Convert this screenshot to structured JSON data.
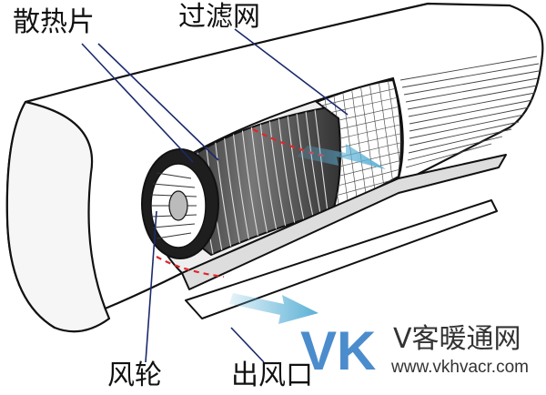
{
  "labels": {
    "heat_fin": "散热片",
    "filter": "过滤网",
    "fan_wheel": "风轮",
    "air_outlet": "出风口"
  },
  "watermark": {
    "logo": "VK",
    "name": "V客暖通网",
    "url": "www.vkhvacr.com"
  },
  "colors": {
    "outline": "#111111",
    "leader_line": "#1a2a6c",
    "airflow_arrow": "#5ab0d6",
    "dashed_line": "#e0262a",
    "watermark_blue": "#2b78c4",
    "watermark_text": "#333333"
  }
}
